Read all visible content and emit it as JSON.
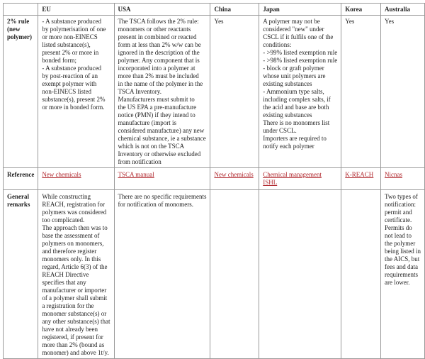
{
  "headers": [
    "",
    "EU",
    "USA",
    "China",
    "Japan",
    "Korea",
    "Australia"
  ],
  "rows": [
    {
      "label": "2% rule\n(new\npolymer)",
      "cells": [
        "- A substance produced\nby polymerisation of one\nor more non-EINECS\nlisted substance(s),\npresent 2% or more in\nbonded form;\n- A substance produced\nby post-reaction of an\nexempt polymer with\nnon-EINECS listed\nsubstance(s), present 2%\nor more in bonded form.",
        "The TSCA follows the 2% rule:\nmonomers or other reactants\npresent in combined or reacted\nform at less than 2% w/w can be\nignored in the description of the\npolymer. Any component that is\nincorporated into a polymer at\nmore than 2% must be included\nin the name of the polymer in the\nTSCA Inventory.\nManufacturers must submit to\nthe US EPA a pre-manufacture\nnotice (PMN) if they intend to\nmanufacture (import is\nconsidered manufacture) any new\nchemical substance, ie a substance\nwhich is not on the TSCA\nInventory or otherwise excluded\nfrom notification",
        "Yes",
        "A polymer may not be\nconsidered \"new\" under\nCSCL if it fulfils one of the\nconditions:\n- >99% listed exemption rule\n- >98% listed exemption rule\n- block or graft polymer\nwhose unit polymers are\nexisting substances\n- Ammonium type salts,\nincluding complex salts, if\nthe acid and base are both\nexisting substances\nThere is no monomers list\nunder CSCL.\nImporters are required to\nnotify each polymer",
        "Yes",
        "Yes"
      ]
    },
    {
      "label": "Reference",
      "links": [
        "New chemicals",
        "TSCA manual",
        "New chemicals",
        "Chemical management\nISHL",
        "K-REACH",
        "Nicnas"
      ]
    },
    {
      "label": "General\nremarks",
      "cells": [
        "While constructing\nREACH, registration for\npolymers was considered\ntoo complicated.\nThe approach then was to\nbase the assessment of\npolymers on monomers,\nand therefore register\nmonomers only. In this\nregard, Article 6(3) of the\nREACH Directive\nspecifies that any\nmanufacturer or importer\nof a polymer shall submit\na registration for the\nmonomer substance(s) or\nany other substance(s) that\nhave not already been\nregistered, if present for\nmore than 2% (bound as\nmonomer) and above 1t/y.",
        "There are no specific requirements\nfor notification of monomers.",
        "",
        "",
        "",
        "Two types of\nnotification:\npermit and\ncertificate.\nPermits do\nnot lead to\nthe polymer\nbeing listed in\nthe AICS, but\nfees and data\nrequirements\nare lower."
      ]
    }
  ],
  "colors": {
    "link": "#b0262c",
    "border": "#9a9a9a"
  }
}
